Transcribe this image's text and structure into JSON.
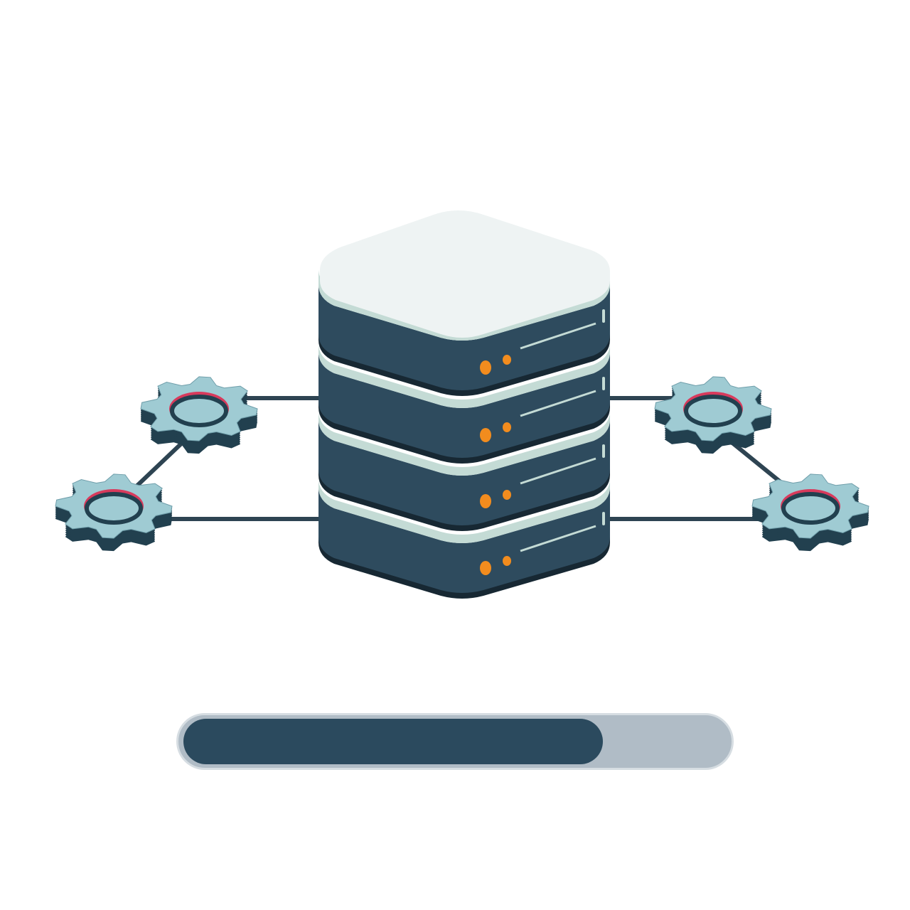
{
  "illustration": {
    "subject": "server-stack",
    "server_layers": 4,
    "icons": [
      "server-stack-icon",
      "gear-icon",
      "gear-icon",
      "gear-icon",
      "gear-icon"
    ]
  },
  "progress": {
    "value_percent": 75
  },
  "colors": {
    "server_body": "#2e4b5e",
    "server_cap": "#eef3f3",
    "server_rim": "#c4dbd5",
    "server_gap": "#172833",
    "indicator": "#f28c1e",
    "gear_face": "#9fcbd3",
    "gear_side": "#22404f",
    "gear_accent": "#d83a5c",
    "connector": "#2e4452",
    "progress_fill": "#2b4a5e",
    "progress_track": "#b0bcc6"
  }
}
